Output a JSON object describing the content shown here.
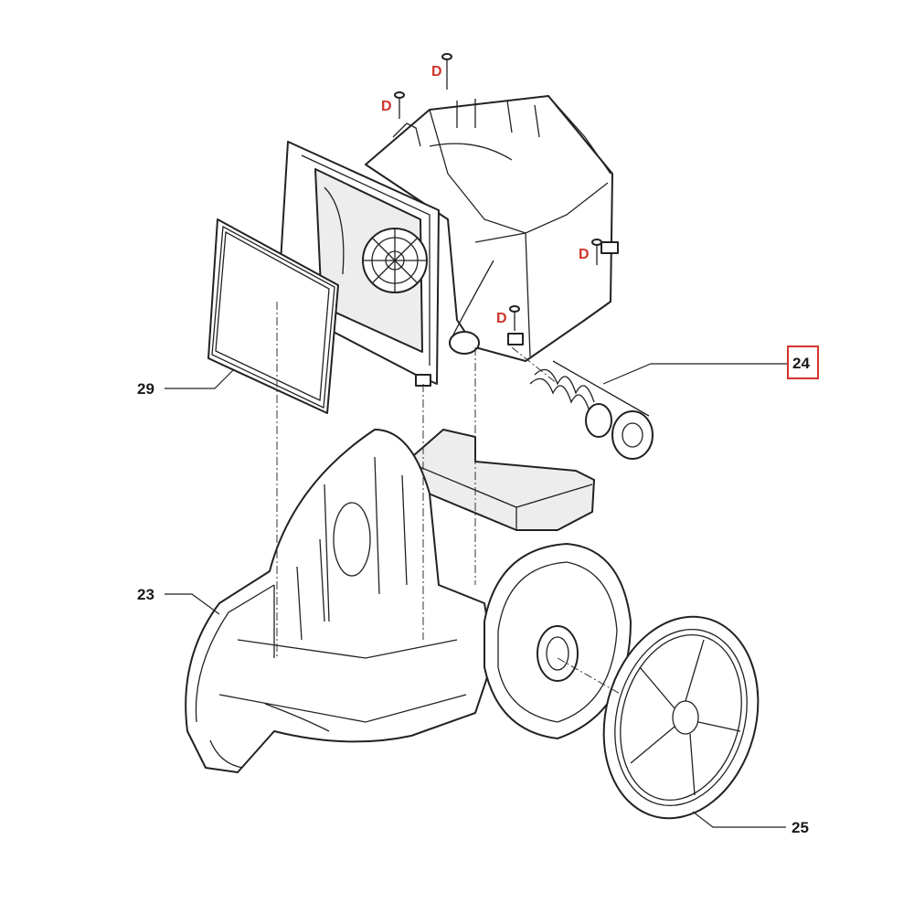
{
  "labels": {
    "l29": "29",
    "l24": "24",
    "l23": "23",
    "l25": "25"
  },
  "screw_labels": {
    "s1": "D",
    "s2": "D",
    "s3": "D",
    "s4": "D"
  },
  "colors": {
    "screw_label": "#d0342c",
    "highlight_box": "#d0342c",
    "line": "#222222"
  },
  "highlighted_part": "24"
}
